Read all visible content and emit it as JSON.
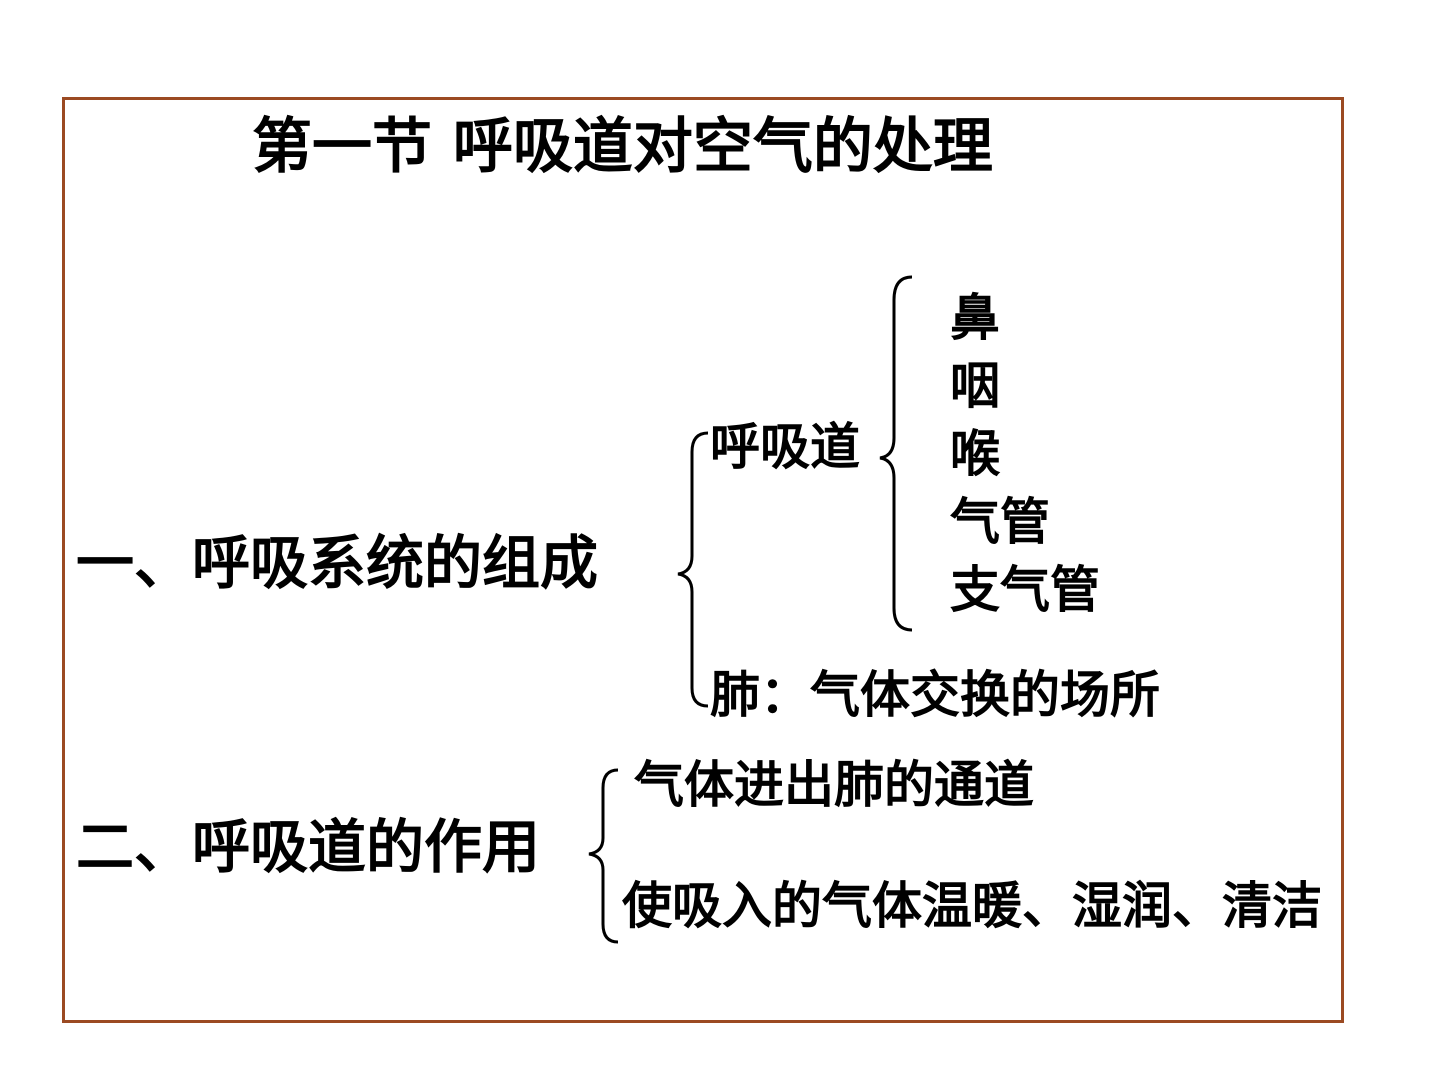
{
  "title": "第一节  呼吸道对空气的处理",
  "section1": {
    "heading": "一、呼吸系统的组成",
    "respiratory_tract": {
      "label": "呼吸道",
      "parts": [
        "鼻",
        "咽",
        "喉",
        "气管",
        "支气管"
      ]
    },
    "lung": "肺：气体交换的场所"
  },
  "section2": {
    "heading": "二、呼吸道的作用",
    "roles": [
      "气体进出肺的通道",
      "使吸入的气体温暖、湿润、清洁"
    ]
  },
  "colors": {
    "frame": "#9b4a22",
    "text": "#000000",
    "background": "#ffffff"
  }
}
